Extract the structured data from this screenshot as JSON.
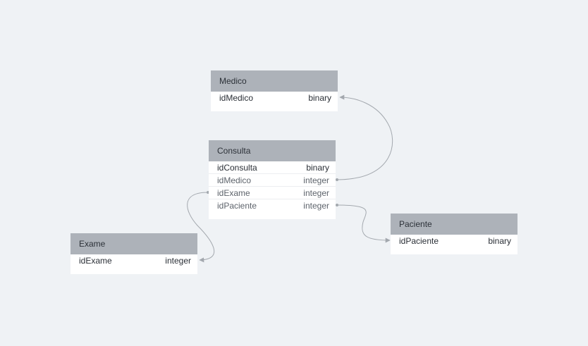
{
  "colors": {
    "background": "#eff2f5",
    "header": "#adb2b9",
    "link": "#a3a8ae"
  },
  "tables": {
    "medico": {
      "name": "Medico",
      "columns": [
        {
          "name": "idMedico",
          "type": "binary"
        }
      ]
    },
    "consulta": {
      "name": "Consulta",
      "columns": [
        {
          "name": "idConsulta",
          "type": "binary"
        },
        {
          "name": "idMedico",
          "type": "integer"
        },
        {
          "name": "idExame",
          "type": "integer"
        },
        {
          "name": "idPaciente",
          "type": "integer"
        }
      ]
    },
    "exame": {
      "name": "Exame",
      "columns": [
        {
          "name": "idExame",
          "type": "integer"
        }
      ]
    },
    "paciente": {
      "name": "Paciente",
      "columns": [
        {
          "name": "idPaciente",
          "type": "binary"
        }
      ]
    }
  }
}
